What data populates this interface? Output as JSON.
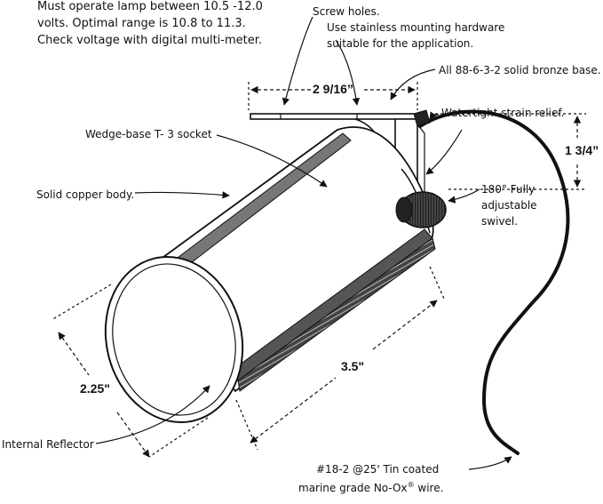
{
  "notes": {
    "voltage": [
      "Must operate lamp between 10.5 -12.0",
      "volts. Optimal range is 10.8 to 11.3.",
      "Check voltage with digital multi-meter."
    ],
    "screw_holes": [
      "Screw holes.",
      "Use stainless mounting hardware",
      "suitable for the application."
    ],
    "bronze_base": "All 88-6-3-2 solid bronze base.",
    "strain_relief": "Watertight strain relief.",
    "socket": "Wedge-base T- 3 socket",
    "body": "Solid copper body.",
    "swivel": [
      "180° Fully",
      "adjustable",
      "swivel."
    ],
    "reflector": "Internal Reflector",
    "wire_line1": "#18-2 @25' Tin coated",
    "wire_line2_pre": "marine grade No-Ox",
    "wire_reg": "®",
    "wire_line2_post": " wire."
  },
  "dimensions": {
    "bracket_width": "2 9/16”",
    "bracket_height": "1 3/4”",
    "length": "3.5\"",
    "diameter": "2.25\""
  },
  "colors": {
    "ink": "#111111",
    "band": "#555555"
  }
}
